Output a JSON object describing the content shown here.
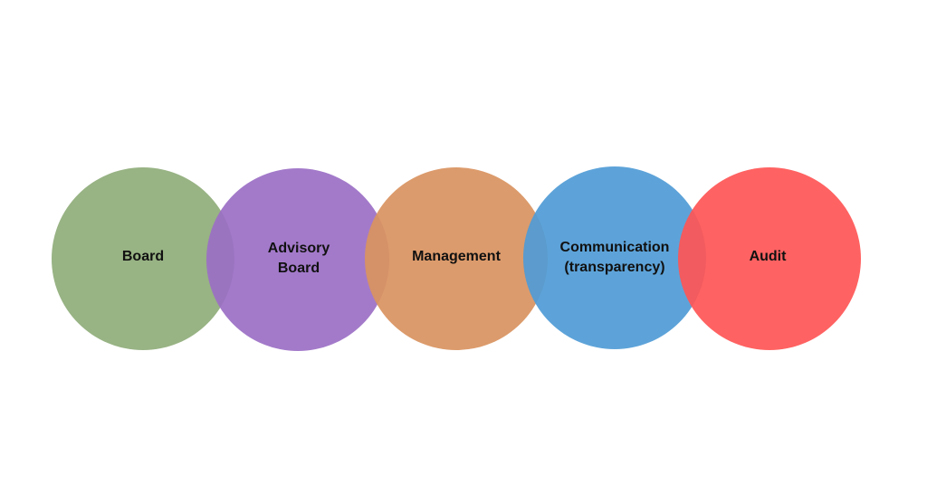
{
  "circles": [
    {
      "lines": [
        "Board"
      ],
      "color": "#8fad7a"
    },
    {
      "lines": [
        "Advisory",
        "Board"
      ],
      "color": "#9b6fc5"
    },
    {
      "lines": [
        "Management"
      ],
      "color": "#d9925f"
    },
    {
      "lines": [
        "Communication",
        "(transparency)"
      ],
      "color": "#4f9bd6"
    },
    {
      "lines": [
        "Audit"
      ],
      "color": "#ff5555"
    }
  ]
}
